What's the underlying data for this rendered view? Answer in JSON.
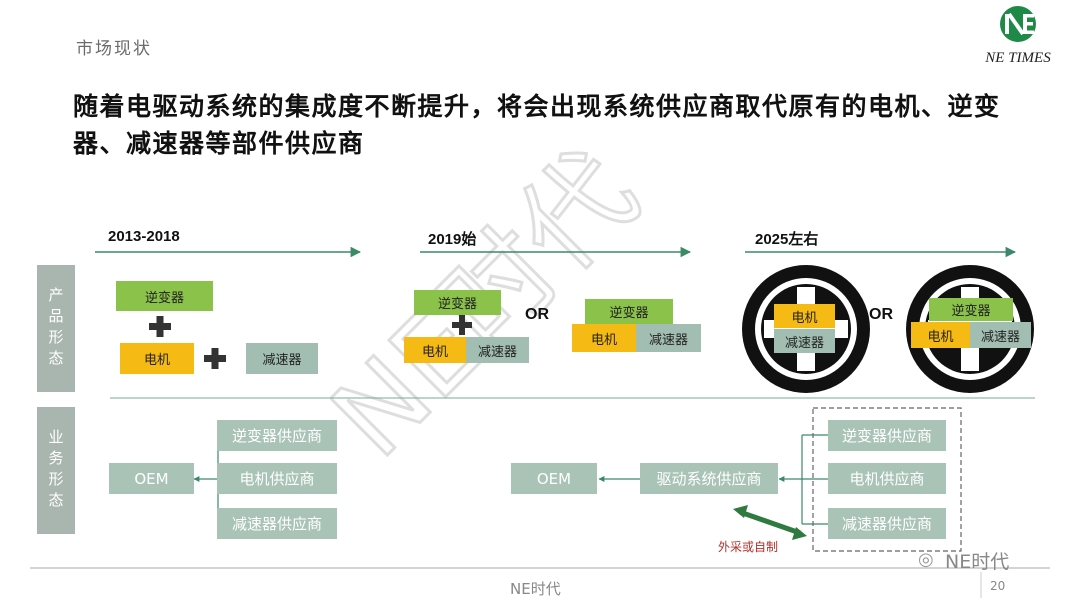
{
  "header": {
    "section_title": "市场现状",
    "headline": "随着电驱动系统的集成度不断提升，将会出现系统供应商取代原有的电机、逆变器、减速器等部件供应商",
    "logo_text": "NE TIMES"
  },
  "timeline": {
    "periods": [
      "2013-2018",
      "2019始",
      "2025左右"
    ]
  },
  "rows": {
    "product_label": "产品形态",
    "business_label": "业务形态"
  },
  "components": {
    "inverter": "逆变器",
    "motor": "电机",
    "reducer": "减速器"
  },
  "or_label": "OR",
  "business": {
    "oem": "OEM",
    "inverter_supplier": "逆变器供应商",
    "motor_supplier": "电机供应商",
    "reducer_supplier": "减速器供应商",
    "drive_system_supplier": "驱动系统供应商",
    "note": "外采或自制"
  },
  "footer": {
    "center_text": "NE时代",
    "page_number": "20",
    "wechat_watermark": "NE时代"
  },
  "watermark_text": "NE时代",
  "colors": {
    "green": "#8ac24a",
    "yellow": "#f5ba14",
    "teal": "#a2beb2",
    "business_box": "#a9c4b7",
    "arrow": "#3a8a6a",
    "logo_green": "#1f8a48"
  }
}
